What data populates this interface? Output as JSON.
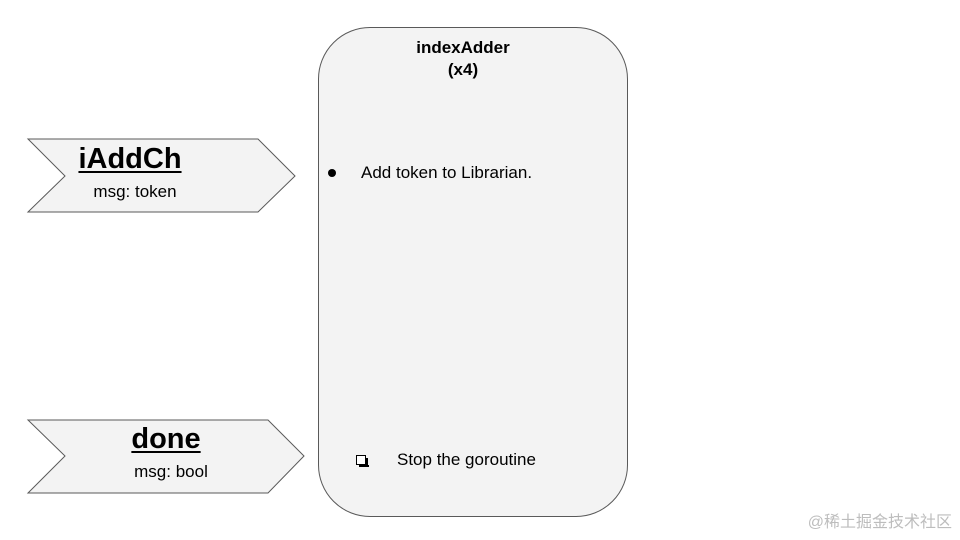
{
  "diagram": {
    "process": {
      "title_line1": "indexAdder",
      "title_line2": "(x4)",
      "items": [
        {
          "bullet": "dot-bullet",
          "text": "Add token to Librarian."
        },
        {
          "bullet": "box-bullet",
          "text": "Stop the goroutine"
        }
      ]
    },
    "channels": [
      {
        "name": "iAddCh",
        "message": "msg: token"
      },
      {
        "name": "done",
        "message": "msg: bool"
      }
    ]
  },
  "watermark": "@稀土掘金技术社区",
  "colors": {
    "shape_fill": "#f3f3f3",
    "shape_stroke": "#595959",
    "watermark": "#bdbdbd"
  }
}
